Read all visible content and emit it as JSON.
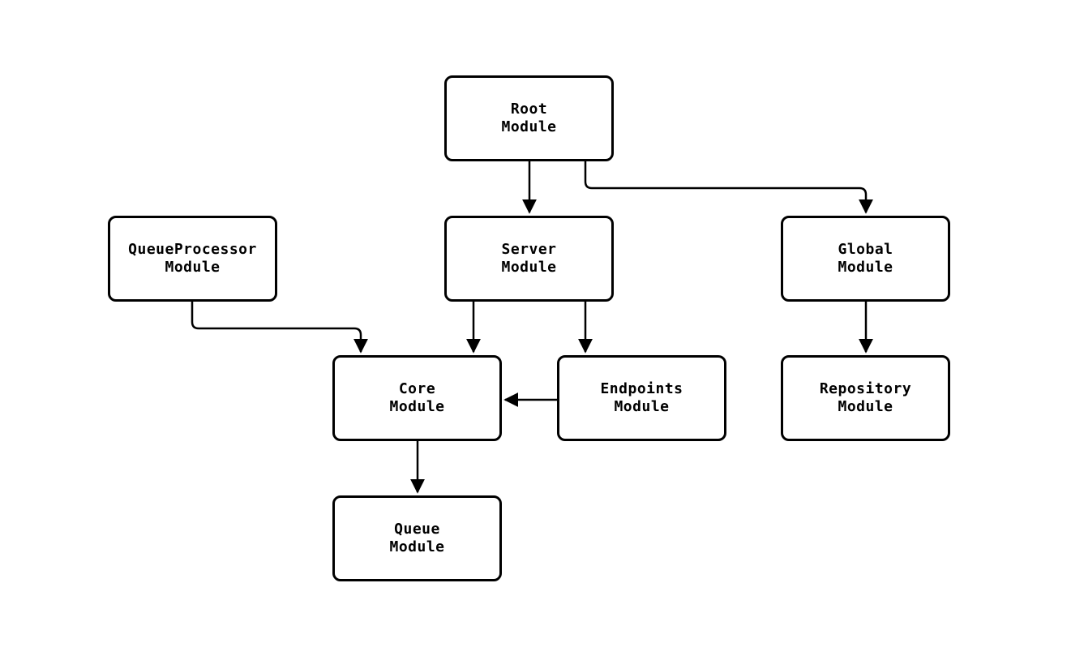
{
  "diagram": {
    "type": "flowchart",
    "direction": "top-down",
    "colors": {
      "background": "#ffffff",
      "node_fill": "#ffffff",
      "node_border": "#000000",
      "edge": "#000000",
      "text": "#000000"
    },
    "nodes": [
      {
        "id": "root",
        "label": "Root\nModule"
      },
      {
        "id": "queueprocessor",
        "label": "QueueProcessor\nModule"
      },
      {
        "id": "server",
        "label": "Server\nModule"
      },
      {
        "id": "global",
        "label": "Global\nModule"
      },
      {
        "id": "core",
        "label": "Core\nModule"
      },
      {
        "id": "endpoints",
        "label": "Endpoints\nModule"
      },
      {
        "id": "repository",
        "label": "Repository\nModule"
      },
      {
        "id": "queue",
        "label": "Queue\nModule"
      }
    ],
    "edges": [
      {
        "from": "root",
        "to": "server"
      },
      {
        "from": "root",
        "to": "global"
      },
      {
        "from": "queueprocessor",
        "to": "core"
      },
      {
        "from": "server",
        "to": "core"
      },
      {
        "from": "server",
        "to": "endpoints"
      },
      {
        "from": "endpoints",
        "to": "core"
      },
      {
        "from": "global",
        "to": "repository"
      },
      {
        "from": "core",
        "to": "queue"
      }
    ]
  }
}
